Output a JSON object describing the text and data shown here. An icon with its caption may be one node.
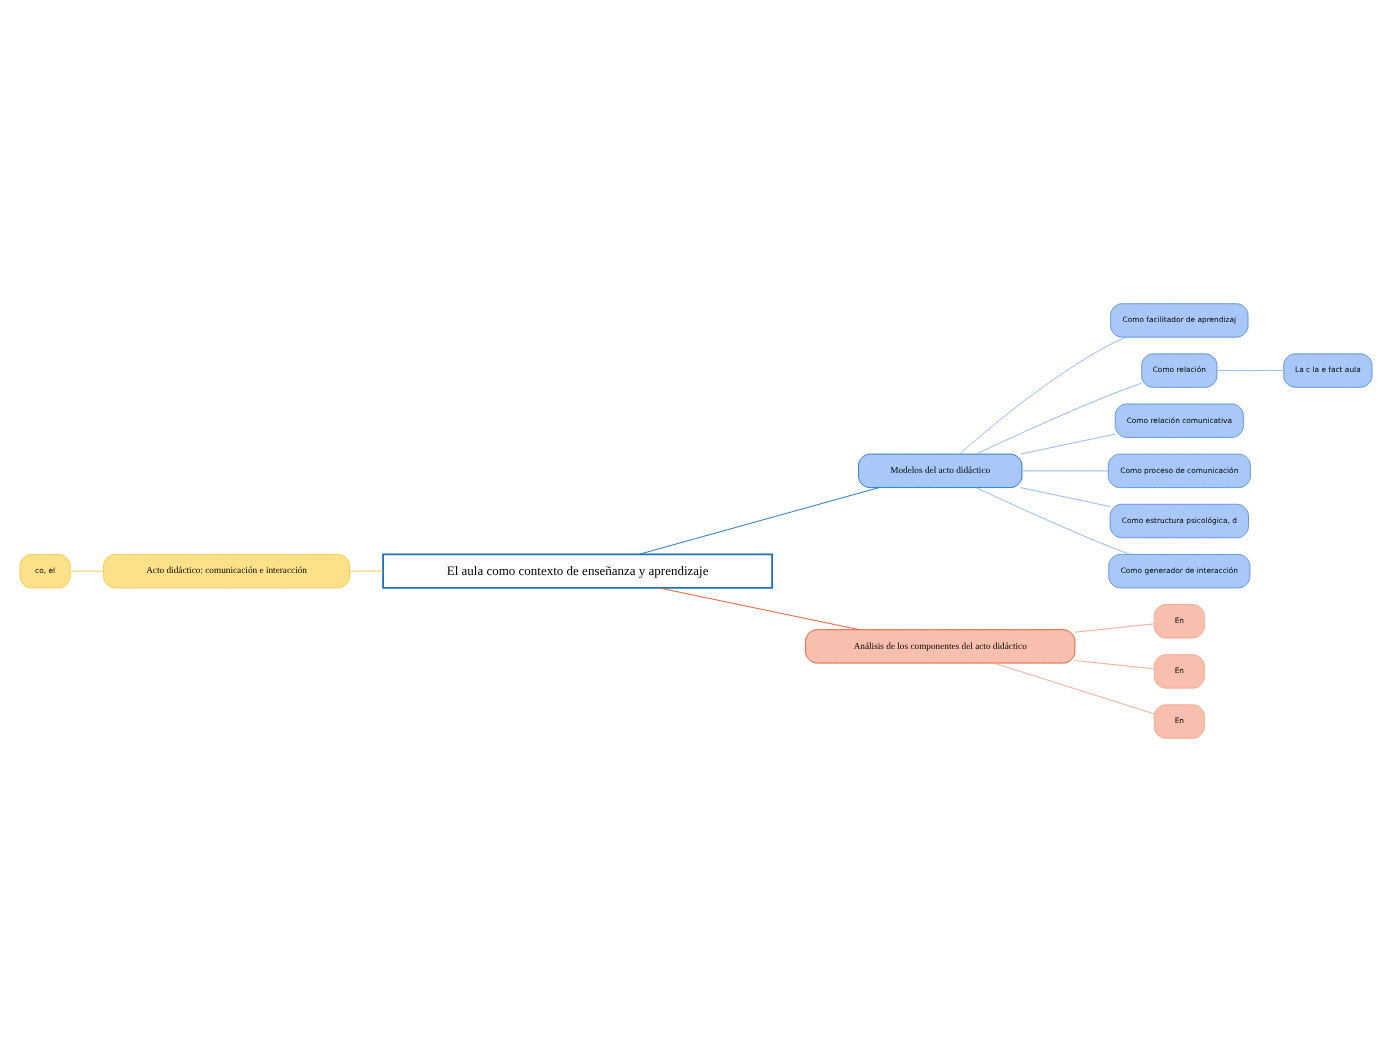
{
  "diagram": {
    "nodes": [
      {
        "text": [
          "El aula como contexto de enseñanza y aprendizaje"
        ]
      },
      {
        "text": [
          "Modelos del acto didáctico"
        ]
      },
      {
        "text": [
          "Como facilitador de aprendizaj"
        ]
      },
      {
        "text": [
          "Como relación"
        ]
      },
      {
        "text": [
          "La c la e fact aula"
        ]
      },
      {
        "text": [
          "Como relación comunicativa"
        ]
      },
      {
        "text": [
          "Como proceso de comunicación"
        ]
      },
      {
        "text": [
          "Como estructura psicológica, d"
        ]
      },
      {
        "text": [
          "Como generador de interacción"
        ]
      },
      {
        "text": [
          "Acto didáctico: comunicación e interacción"
        ]
      },
      {
        "text": [
          "co, el"
        ]
      },
      {
        "text": [
          "Análisis de los componentes del acto didáctico"
        ]
      },
      {
        "text": [
          "En"
        ]
      },
      {
        "text": [
          "En"
        ]
      },
      {
        "text": [
          "En"
        ]
      }
    ],
    "edges": [
      {
        "from": 0,
        "to": 1,
        "arrow": "none",
        "color": "#1e73be"
      },
      {
        "from": 1,
        "to": 2,
        "arrow": "none"
      },
      {
        "from": 1,
        "to": 3,
        "arrow": "none"
      },
      {
        "from": 3,
        "to": 4,
        "arrow": "none"
      },
      {
        "from": 1,
        "to": 5,
        "arrow": "none"
      },
      {
        "from": 1,
        "to": 6,
        "arrow": "none"
      },
      {
        "from": 1,
        "to": 7,
        "arrow": "none"
      },
      {
        "from": 1,
        "to": 8,
        "arrow": "none"
      },
      {
        "from": 0,
        "to": 9,
        "arrow": "none",
        "color": "#f5c842"
      },
      {
        "from": 9,
        "to": 10,
        "arrow": "none",
        "color": "#f5c842"
      },
      {
        "from": 0,
        "to": 11,
        "arrow": "none",
        "color": "#e8582a"
      },
      {
        "from": 11,
        "to": 12,
        "arrow": "none",
        "color": "#f4a58a"
      },
      {
        "from": 11,
        "to": 13,
        "arrow": "none",
        "color": "#f4a58a"
      },
      {
        "from": 11,
        "to": 14,
        "arrow": "none",
        "color": "#f4a58a"
      }
    ]
  }
}
